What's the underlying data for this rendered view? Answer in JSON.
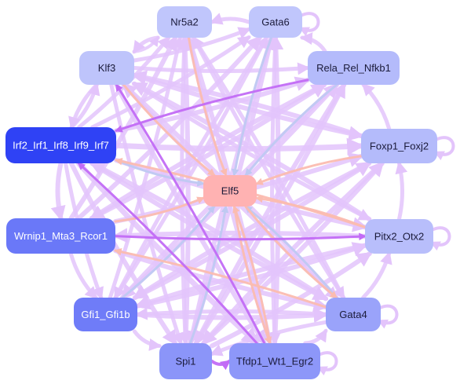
{
  "diagram": {
    "type": "gene-regulatory-network",
    "center_node": "Elf5",
    "nodes": [
      {
        "id": "nr5a2",
        "label": "Nr5a2",
        "fill": "#c0c6fc",
        "text": "#1b1b3a"
      },
      {
        "id": "gata6",
        "label": "Gata6",
        "fill": "#c0c6fc",
        "text": "#1b1b3a"
      },
      {
        "id": "klf3",
        "label": "Klf3",
        "fill": "#bec4fb",
        "text": "#1b1b3a"
      },
      {
        "id": "rela",
        "label": "Rela_Rel_Nfkb1",
        "fill": "#b4bbfb",
        "text": "#1b1b3a"
      },
      {
        "id": "irf",
        "label": "Irf2_Irf1_Irf8_Irf9_Irf7",
        "fill": "#2f42f5",
        "text": "#ffffff"
      },
      {
        "id": "foxp1",
        "label": "Foxp1_Foxj2",
        "fill": "#b4bbfb",
        "text": "#1b1b3a"
      },
      {
        "id": "elf5",
        "label": "Elf5",
        "fill": "#ffb2b2",
        "text": "#1b1b3a"
      },
      {
        "id": "wrnip1",
        "label": "Wrnip1_Mta3_Rcor1",
        "fill": "#6a78f8",
        "text": "#ffffff"
      },
      {
        "id": "pitx2",
        "label": "Pitx2_Otx2",
        "fill": "#b8befb",
        "text": "#1b1b3a"
      },
      {
        "id": "gfi1",
        "label": "Gfi1_Gfi1b",
        "fill": "#6f7cf8",
        "text": "#ffffff"
      },
      {
        "id": "gata4",
        "label": "Gata4",
        "fill": "#9aa3fa",
        "text": "#1b1b3a"
      },
      {
        "id": "spi1",
        "label": "Spi1",
        "fill": "#8b95f9",
        "text": "#1b1b3a"
      },
      {
        "id": "tfdp1",
        "label": "Tfdp1_Wt1_Egr2",
        "fill": "#8d97f9",
        "text": "#1b1b3a"
      }
    ],
    "self_loops": [
      "gata6",
      "foxp1",
      "pitx2",
      "gata4",
      "tfdp1"
    ],
    "edge_colors": {
      "lilac": "#e3c4fb",
      "purple": "#c26bf6",
      "salmon": "#fbbcb0",
      "blue": "#bfc9f2"
    },
    "edges": [
      {
        "from": "klf3",
        "to": "rela",
        "color": "lilac",
        "w": 5
      },
      {
        "from": "klf3",
        "to": "gata6",
        "color": "lilac",
        "w": 5
      },
      {
        "from": "klf3",
        "to": "nr5a2",
        "color": "lilac",
        "w": 4
      },
      {
        "from": "klf3",
        "to": "foxp1",
        "color": "lilac",
        "w": 6
      },
      {
        "from": "klf3",
        "to": "pitx2",
        "color": "lilac",
        "w": 5
      },
      {
        "from": "klf3",
        "to": "gata4",
        "color": "lilac",
        "w": 5
      },
      {
        "from": "klf3",
        "to": "tfdp1",
        "color": "lilac",
        "w": 6
      },
      {
        "from": "klf3",
        "to": "spi1",
        "color": "lilac",
        "w": 5
      },
      {
        "from": "rela",
        "to": "irf",
        "color": "purple",
        "w": 3
      },
      {
        "from": "irf",
        "to": "rela",
        "color": "lilac",
        "w": 6
      },
      {
        "from": "irf",
        "to": "nr5a2",
        "color": "lilac",
        "w": 5
      },
      {
        "from": "irf",
        "to": "gata6",
        "color": "lilac",
        "w": 5
      },
      {
        "from": "irf",
        "to": "foxp1",
        "color": "lilac",
        "w": 7
      },
      {
        "from": "irf",
        "to": "pitx2",
        "color": "lilac",
        "w": 6
      },
      {
        "from": "irf",
        "to": "gata4",
        "color": "lilac",
        "w": 6
      },
      {
        "from": "irf",
        "to": "tfdp1",
        "color": "lilac",
        "w": 7
      },
      {
        "from": "irf",
        "to": "spi1",
        "color": "lilac",
        "w": 6
      },
      {
        "from": "irf",
        "to": "wrnip1",
        "color": "lilac",
        "w": 6
      },
      {
        "from": "irf",
        "to": "elf5",
        "color": "blue",
        "w": 3
      },
      {
        "from": "wrnip1",
        "to": "rela",
        "color": "lilac",
        "w": 6
      },
      {
        "from": "wrnip1",
        "to": "foxp1",
        "color": "lilac",
        "w": 6
      },
      {
        "from": "wrnip1",
        "to": "pitx2",
        "color": "purple",
        "w": 3
      },
      {
        "from": "wrnip1",
        "to": "gata4",
        "color": "lilac",
        "w": 6
      },
      {
        "from": "wrnip1",
        "to": "nr5a2",
        "color": "lilac",
        "w": 6
      },
      {
        "from": "wrnip1",
        "to": "gata6",
        "color": "lilac",
        "w": 6
      },
      {
        "from": "wrnip1",
        "to": "elf5",
        "color": "salmon",
        "w": 3
      },
      {
        "from": "gfi1",
        "to": "rela",
        "color": "lilac",
        "w": 6
      },
      {
        "from": "gfi1",
        "to": "foxp1",
        "color": "lilac",
        "w": 6
      },
      {
        "from": "gfi1",
        "to": "nr5a2",
        "color": "lilac",
        "w": 5
      },
      {
        "from": "gfi1",
        "to": "gata6",
        "color": "lilac",
        "w": 5
      },
      {
        "from": "gfi1",
        "to": "gata4",
        "color": "lilac",
        "w": 6
      },
      {
        "from": "gfi1",
        "to": "pitx2",
        "color": "lilac",
        "w": 6
      },
      {
        "from": "gfi1",
        "to": "elf5",
        "color": "blue",
        "w": 3
      },
      {
        "from": "spi1",
        "to": "nr5a2",
        "color": "lilac",
        "w": 6
      },
      {
        "from": "spi1",
        "to": "gata6",
        "color": "lilac",
        "w": 6
      },
      {
        "from": "spi1",
        "to": "rela",
        "color": "lilac",
        "w": 6
      },
      {
        "from": "spi1",
        "to": "foxp1",
        "color": "lilac",
        "w": 6
      },
      {
        "from": "spi1",
        "to": "pitx2",
        "color": "lilac",
        "w": 6
      },
      {
        "from": "spi1",
        "to": "elf5",
        "color": "blue",
        "w": 3
      },
      {
        "from": "tfdp1",
        "to": "nr5a2",
        "color": "lilac",
        "w": 6
      },
      {
        "from": "tfdp1",
        "to": "gata6",
        "color": "lilac",
        "w": 6
      },
      {
        "from": "tfdp1",
        "to": "klf3",
        "color": "purple",
        "w": 3
      },
      {
        "from": "tfdp1",
        "to": "irf",
        "color": "purple",
        "w": 3
      },
      {
        "from": "tfdp1",
        "to": "elf5",
        "color": "salmon",
        "w": 3
      },
      {
        "from": "gata4",
        "to": "klf3",
        "color": "lilac",
        "w": 6
      },
      {
        "from": "gata4",
        "to": "irf",
        "color": "lilac",
        "w": 6
      },
      {
        "from": "gata4",
        "to": "wrnip1",
        "color": "salmon",
        "w": 3
      },
      {
        "from": "gata4",
        "to": "gfi1",
        "color": "lilac",
        "w": 5
      },
      {
        "from": "gata4",
        "to": "spi1",
        "color": "lilac",
        "w": 5
      },
      {
        "from": "gata4",
        "to": "nr5a2",
        "color": "lilac",
        "w": 5
      },
      {
        "from": "gata4",
        "to": "elf5",
        "color": "blue",
        "w": 3
      },
      {
        "from": "pitx2",
        "to": "wrnip1",
        "color": "lilac",
        "w": 6
      },
      {
        "from": "pitx2",
        "to": "irf",
        "color": "salmon",
        "w": 3
      },
      {
        "from": "pitx2",
        "to": "gfi1",
        "color": "lilac",
        "w": 6
      },
      {
        "from": "pitx2",
        "to": "klf3",
        "color": "lilac",
        "w": 6
      },
      {
        "from": "pitx2",
        "to": "elf5",
        "color": "salmon",
        "w": 3
      },
      {
        "from": "foxp1",
        "to": "gfi1",
        "color": "lilac",
        "w": 6
      },
      {
        "from": "foxp1",
        "to": "spi1",
        "color": "lilac",
        "w": 6
      },
      {
        "from": "foxp1",
        "to": "klf3",
        "color": "lilac",
        "w": 6
      },
      {
        "from": "foxp1",
        "to": "elf5",
        "color": "salmon",
        "w": 3
      },
      {
        "from": "rela",
        "to": "gfi1",
        "color": "lilac",
        "w": 6
      },
      {
        "from": "rela",
        "to": "spi1",
        "color": "lilac",
        "w": 6
      },
      {
        "from": "rela",
        "to": "wrnip1",
        "color": "lilac",
        "w": 6
      },
      {
        "from": "rela",
        "to": "elf5",
        "color": "blue",
        "w": 3
      },
      {
        "from": "gata6",
        "to": "spi1",
        "color": "lilac",
        "w": 6
      },
      {
        "from": "gata6",
        "to": "gfi1",
        "color": "lilac",
        "w": 5
      },
      {
        "from": "gata6",
        "to": "tfdp1",
        "color": "lilac",
        "w": 5
      },
      {
        "from": "gata6",
        "to": "elf5",
        "color": "blue",
        "w": 3
      },
      {
        "from": "nr5a2",
        "to": "spi1",
        "color": "lilac",
        "w": 5
      },
      {
        "from": "nr5a2",
        "to": "tfdp1",
        "color": "lilac",
        "w": 5
      },
      {
        "from": "nr5a2",
        "to": "gata4",
        "color": "lilac",
        "w": 5
      },
      {
        "from": "nr5a2",
        "to": "elf5",
        "color": "salmon",
        "w": 3
      },
      {
        "from": "klf3",
        "to": "elf5",
        "color": "salmon",
        "w": 3
      },
      {
        "from": "elf5",
        "to": "gata4",
        "color": "salmon",
        "w": 3
      },
      {
        "from": "elf5",
        "to": "tfdp1",
        "color": "salmon",
        "w": 3
      },
      {
        "from": "irf",
        "to": "klf3",
        "color": "lilac",
        "w": 5
      },
      {
        "from": "klf3",
        "to": "irf",
        "color": "lilac",
        "w": 5
      },
      {
        "from": "irf",
        "to": "gfi1",
        "color": "lilac",
        "w": 5
      },
      {
        "from": "wrnip1",
        "to": "gfi1",
        "color": "lilac",
        "w": 5
      },
      {
        "from": "gfi1",
        "to": "spi1",
        "color": "lilac",
        "w": 5
      },
      {
        "from": "spi1",
        "to": "tfdp1",
        "color": "purple",
        "w": 4
      },
      {
        "from": "tfdp1",
        "to": "gata4",
        "color": "lilac",
        "w": 5
      },
      {
        "from": "gata4",
        "to": "pitx2",
        "color": "lilac",
        "w": 5
      },
      {
        "from": "pitx2",
        "to": "foxp1",
        "color": "lilac",
        "w": 5
      },
      {
        "from": "foxp1",
        "to": "rela",
        "color": "lilac",
        "w": 5
      },
      {
        "from": "rela",
        "to": "gata6",
        "color": "lilac",
        "w": 5
      },
      {
        "from": "gata6",
        "to": "nr5a2",
        "color": "lilac",
        "w": 5
      },
      {
        "from": "nr5a2",
        "to": "klf3",
        "color": "lilac",
        "w": 5
      }
    ]
  }
}
